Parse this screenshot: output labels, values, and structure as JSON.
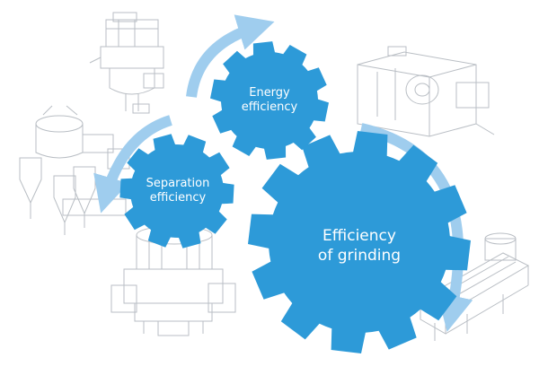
{
  "colors": {
    "gear": "#2d9ad8",
    "arrow": "#9fcdee",
    "sketch": "#b9bec4",
    "text": "#ffffff"
  },
  "gears": {
    "energy": {
      "line1": "Energy",
      "line2": "efficiency"
    },
    "separation": {
      "line1": "Separation",
      "line2": "efficiency"
    },
    "grinding": {
      "line1": "Efficiency",
      "line2": "of grinding"
    }
  },
  "icons": {
    "machines": [
      "separator-machine-icon",
      "cyclone-separator-icon",
      "mill-crusher-icon",
      "vertical-mill-icon",
      "conveyor-machine-icon"
    ],
    "arrows": [
      "curved-arrow-icon"
    ]
  }
}
